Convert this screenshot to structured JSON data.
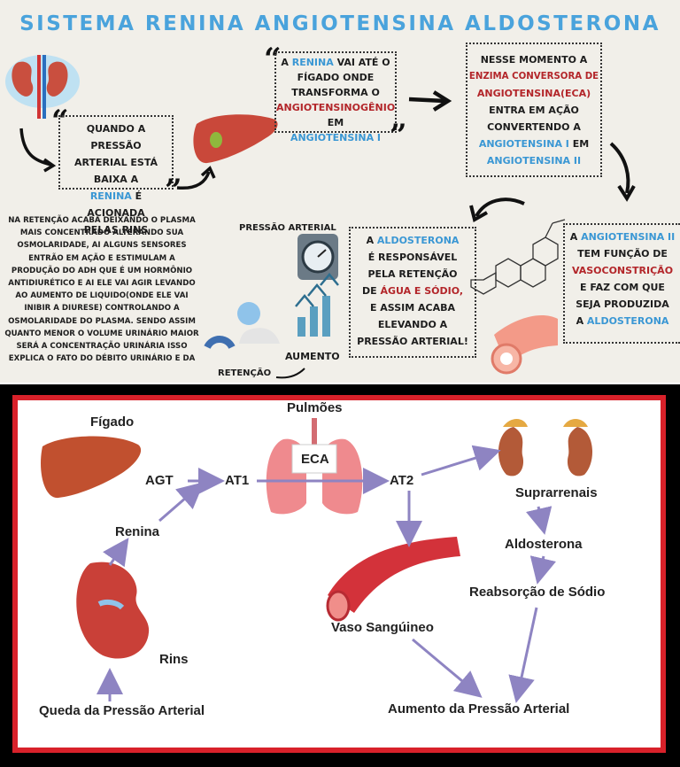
{
  "poster": {
    "title": "SISTEMA RENINA ANGIOTENSINA ALDOSTERONA",
    "box1": {
      "t1": "QUANDO A PRESSÃO",
      "t2": "ARTERIAL ESTÁ BAIXA A",
      "t3a": "RENINA",
      "t3b": " É ACIONADA",
      "t4": "PELAS RINS"
    },
    "box2": {
      "t1a": "A ",
      "t1b": "RENINA",
      "t1c": " VAI ATÉ O",
      "t2": "FÍGADO ONDE",
      "t3": "TRANSFORMA O",
      "t4a": "ANGIOTENSINOGÊNIO",
      "t4b": " EM",
      "t5": "ANGIOTENSINA I"
    },
    "box3": {
      "t1": "NESSE MOMENTO A",
      "t2": "ENZIMA CONVERSORA DE",
      "t3": "ANGIOTENSINA(ECA)",
      "t4": "ENTRA EM AÇÃO",
      "t5": "CONVERTENDO A",
      "t6a": "ANGIOTENSINA I",
      "t6b": " EM",
      "t7": "ANGIOTENSINA II"
    },
    "box4": {
      "t1a": "A ",
      "t1b": "ANGIOTENSINA II",
      "t2": "TEM FUNÇÃO DE",
      "t3": "VASOCONSTRIÇÃO",
      "t4": "E FAZ COM QUE",
      "t5": "SEJA PRODUZIDA",
      "t6a": "A ",
      "t6b": "ALDOSTERONA"
    },
    "box5": {
      "t1a": "A ",
      "t1b": "ALDOSTERONA",
      "t2": "É RESPONSÁVEL",
      "t3": "PELA RETENÇÃO",
      "t4a": "DE ",
      "t4b": "ÁGUA E SÓDIO,",
      "t5": "E ASSIM ACABA",
      "t6": "ELEVANDO A",
      "t7": "PRESSÃO ARTERIAL!"
    },
    "paragraph": "NA RETENÇÃO ACABA DEIXANDO O PLASMA MAIS CONCENTRADO ALTERANDO SUA OSMOLARIDADE, AI ALGUNS SENSORES ENTRÃO EM AÇÃO E ESTIMULAM A PRODUÇÃO DO ADH QUE É UM HORMÔNIO ANTIDIURÉTICO E AI ELE VAI AGIR LEVANDO AO AUMENTO DE LIQUIDO(ONDE ELE VAI INIBIR A DIURESE) CONTROLANDO A OSMOLARIDADE DO PLASMA. SENDO ASSIM QUANTO MENOR O VOLUME URINÁRIO MAIOR SERÁ A CONCENTRAÇÃO URINÁRIA ISSO EXPLICA O FATO DO DÉBITO URINÁRIO E DA",
    "label_pressao": "PRESSÃO ARTERIAL",
    "label_aumento": "AUMENTO",
    "label_retencao": "RETENÇÃO"
  },
  "diagram": {
    "figado": "Fígado",
    "agt": "AGT",
    "at1": "AT1",
    "pulmoes": "Pulmões",
    "eca": "ECA",
    "at2": "AT2",
    "suprarrenais": "Suprarrenais",
    "renina": "Renina",
    "aldosterona": "Aldosterona",
    "reabsorcao": "Reabsorção de Sódio",
    "vaso": "Vaso Sangúineo",
    "rins": "Rins",
    "queda": "Queda da Pressão Arterial",
    "aumento": "Aumento da Pressão Arterial"
  },
  "colors": {
    "blue": "#3a97d4",
    "red": "#b3262a",
    "frame_red": "#d8212a",
    "arrow_purple": "#8e84c2"
  }
}
